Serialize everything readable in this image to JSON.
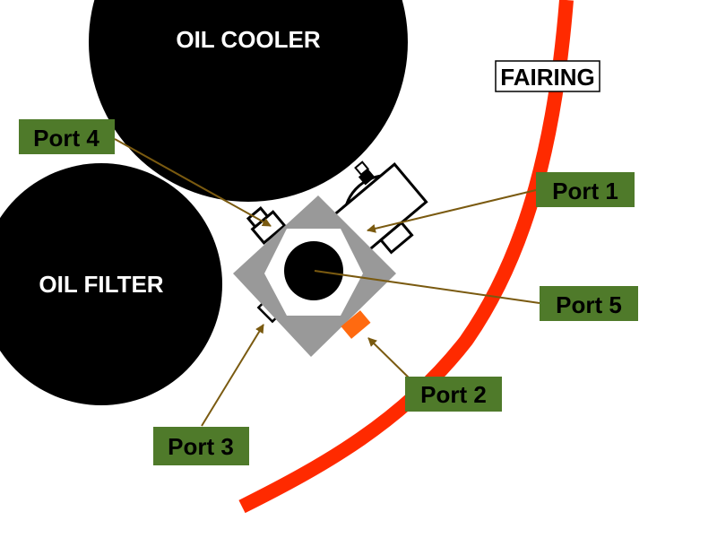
{
  "components": {
    "oil_cooler": "OIL COOLER",
    "oil_filter": "OIL FILTER",
    "fairing": "FAIRING"
  },
  "ports": {
    "port1": "Port 1",
    "port2": "Port 2",
    "port3": "Port 3",
    "port4": "Port  4",
    "port5": "Port 5"
  },
  "colors": {
    "label_bg": "#4f7a2a",
    "arrow": "#7a5a10",
    "fairing": "#ff2a00",
    "port2_fitting": "#ff6a10",
    "housing": "#999999"
  }
}
